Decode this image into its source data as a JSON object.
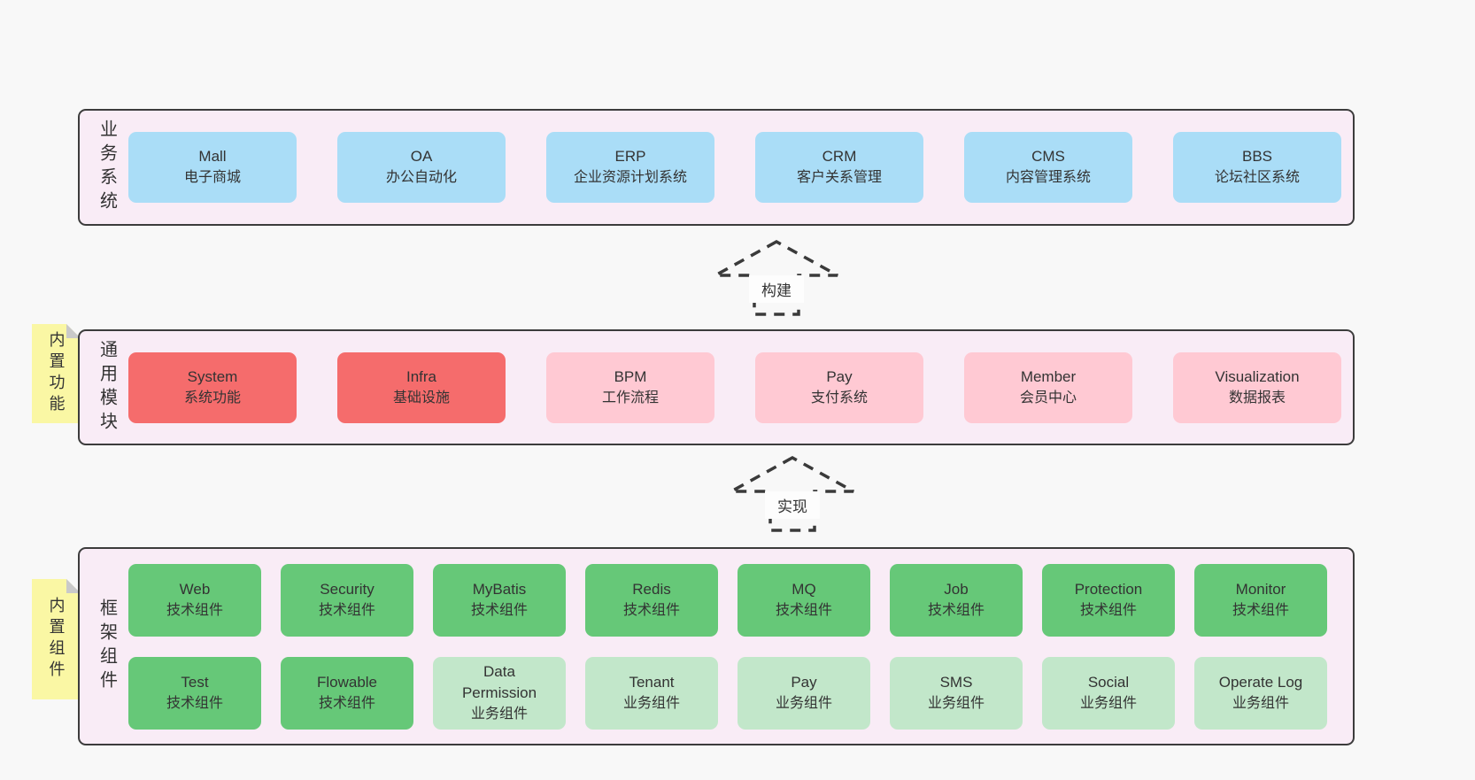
{
  "colors": {
    "blue": "#aaddf7",
    "red": "#f56c6c",
    "pink": "#ffc9d3",
    "green": "#66c878",
    "lightgreen": "#c2e7ca",
    "layer_bg": "#f9ecf6",
    "note_yellow": "#faf7a4",
    "note_fold": "#c9c9c9",
    "border": "#3c3c3c",
    "text": "#333333",
    "page_bg": "#f8f8f8",
    "arrow": "#3a3a3a"
  },
  "arrows": [
    {
      "label": "构建"
    },
    {
      "label": "实现"
    }
  ],
  "layers": [
    {
      "id": "business-systems",
      "side_label": "业务系统",
      "boxes": [
        {
          "name": "Mall",
          "desc": "电子商城"
        },
        {
          "name": "OA",
          "desc": "办公自动化"
        },
        {
          "name": "ERP",
          "desc": "企业资源计划系统"
        },
        {
          "name": "CRM",
          "desc": "客户关系管理"
        },
        {
          "name": "CMS",
          "desc": "内容管理系统"
        },
        {
          "name": "BBS",
          "desc": "论坛社区系统"
        }
      ]
    },
    {
      "id": "common-modules",
      "side_label": "通用模块",
      "note": "内置功能",
      "boxes": [
        {
          "name": "System",
          "desc": "系统功能"
        },
        {
          "name": "Infra",
          "desc": "基础设施"
        },
        {
          "name": "BPM",
          "desc": "工作流程"
        },
        {
          "name": "Pay",
          "desc": "支付系统"
        },
        {
          "name": "Member",
          "desc": "会员中心"
        },
        {
          "name": "Visualization",
          "desc": "数据报表"
        }
      ]
    },
    {
      "id": "framework-components",
      "side_label": "框架组件",
      "note": "内置组件",
      "rows": [
        [
          {
            "name": "Web",
            "desc": "技术组件"
          },
          {
            "name": "Security",
            "desc": "技术组件"
          },
          {
            "name": "MyBatis",
            "desc": "技术组件"
          },
          {
            "name": "Redis",
            "desc": "技术组件"
          },
          {
            "name": "MQ",
            "desc": "技术组件"
          },
          {
            "name": "Job",
            "desc": "技术组件"
          },
          {
            "name": "Protection",
            "desc": "技术组件"
          },
          {
            "name": "Monitor",
            "desc": "技术组件"
          }
        ],
        [
          {
            "name": "Test",
            "desc": "技术组件"
          },
          {
            "name": "Flowable",
            "desc": "技术组件"
          },
          {
            "name": "Data Permission",
            "desc": "业务组件"
          },
          {
            "name": "Tenant",
            "desc": "业务组件"
          },
          {
            "name": "Pay",
            "desc": "业务组件"
          },
          {
            "name": "SMS",
            "desc": "业务组件"
          },
          {
            "name": "Social",
            "desc": "业务组件"
          },
          {
            "name": "Operate Log",
            "desc": "业务组件"
          }
        ]
      ]
    }
  ]
}
